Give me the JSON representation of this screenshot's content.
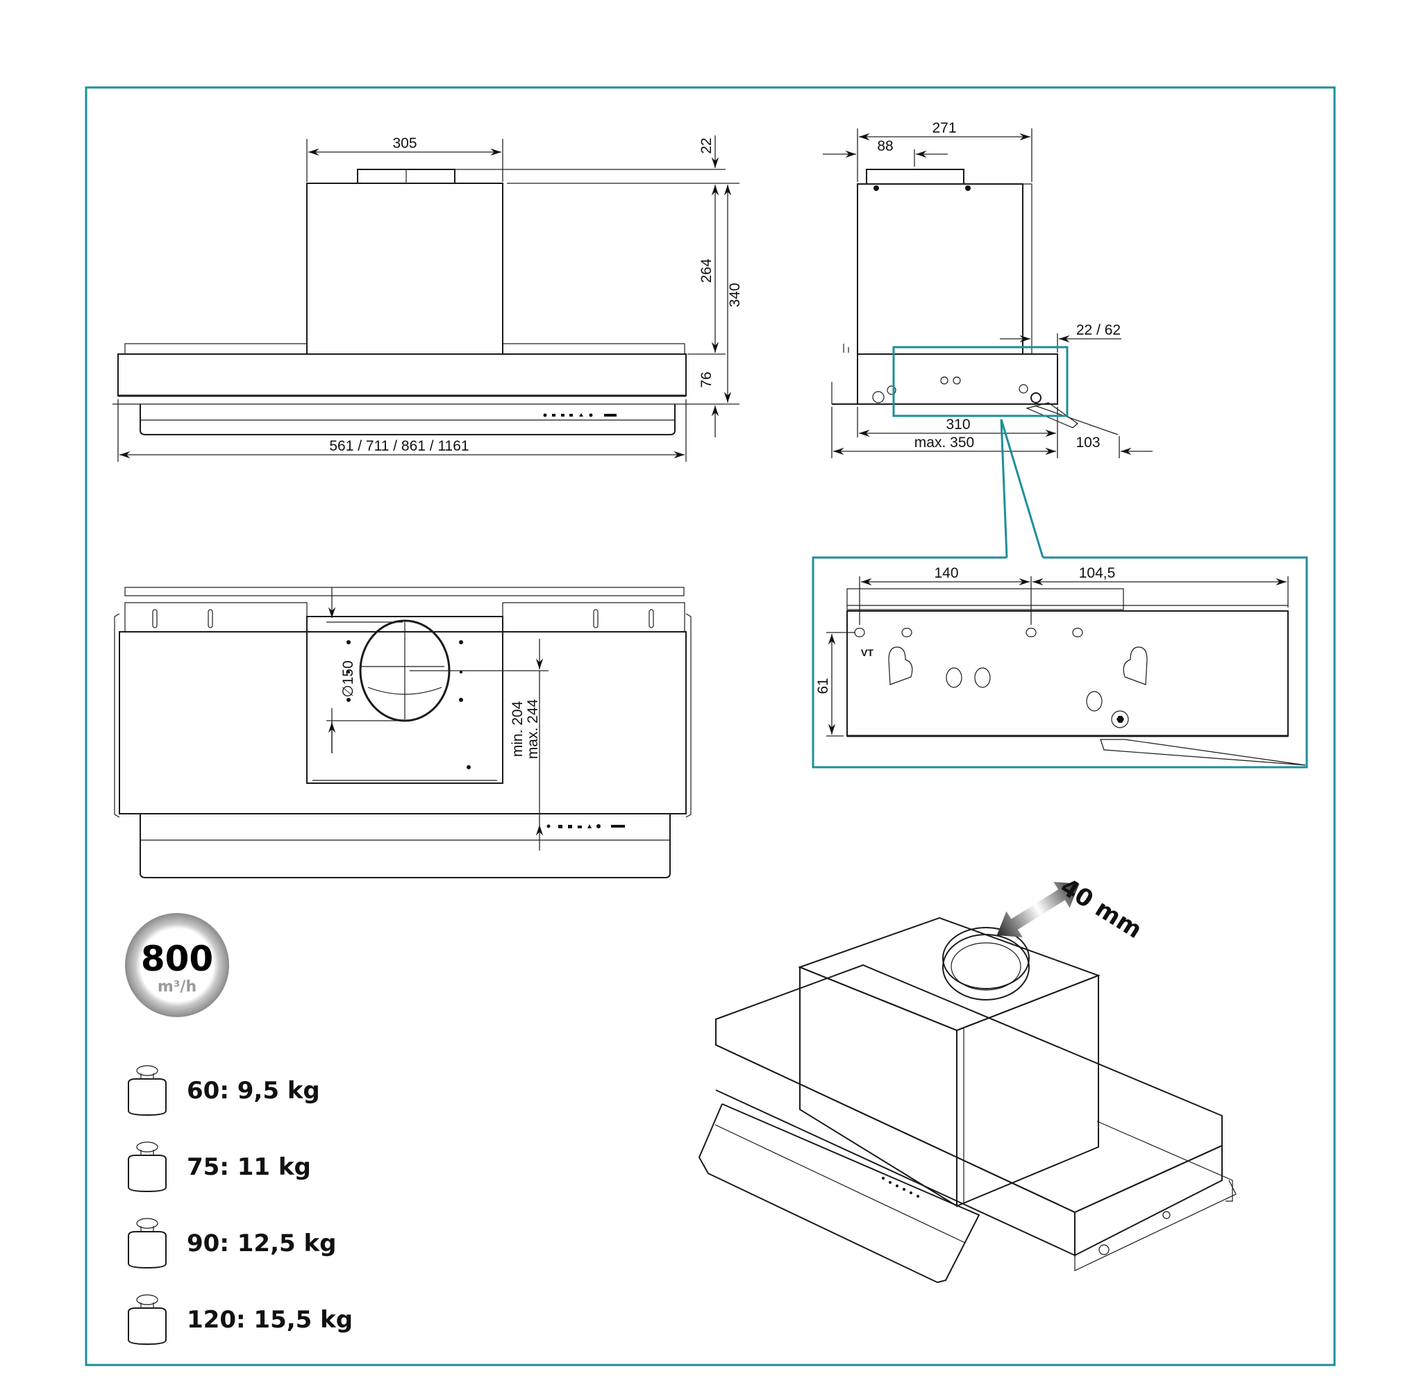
{
  "colors": {
    "frame": "#1d8f9a",
    "motor_box": "#93bccd",
    "line": "#1a1a1a"
  },
  "front_view": {
    "width_motor": "305",
    "spigot_height": "22",
    "motor_height": "264",
    "total_height": "340",
    "body_height": "76",
    "widths": "561 / 711 / 861 / 1161"
  },
  "side_view": {
    "depth_motor": "271",
    "spigot_offset": "88",
    "front_offset": "22 / 62",
    "depth": "310",
    "depth_max": "max. 350",
    "visor_depth": "103"
  },
  "detail_view": {
    "hole_spacing": "140",
    "hole_to_edge": "104,5",
    "hole_height": "61",
    "marker": "VT"
  },
  "bottom_view": {
    "duct_diameter": "∅150",
    "min_depth": "min. 204",
    "max_depth": "max. 244"
  },
  "airflow_badge": {
    "value": "800",
    "unit": "m³/h"
  },
  "weights": [
    {
      "label": "60: 9,5 kg"
    },
    {
      "label": "75: 11 kg"
    },
    {
      "label": "90: 12,5 kg"
    },
    {
      "label": "120: 15,5 kg"
    }
  ],
  "iso_view": {
    "adjustment": "40 mm"
  }
}
